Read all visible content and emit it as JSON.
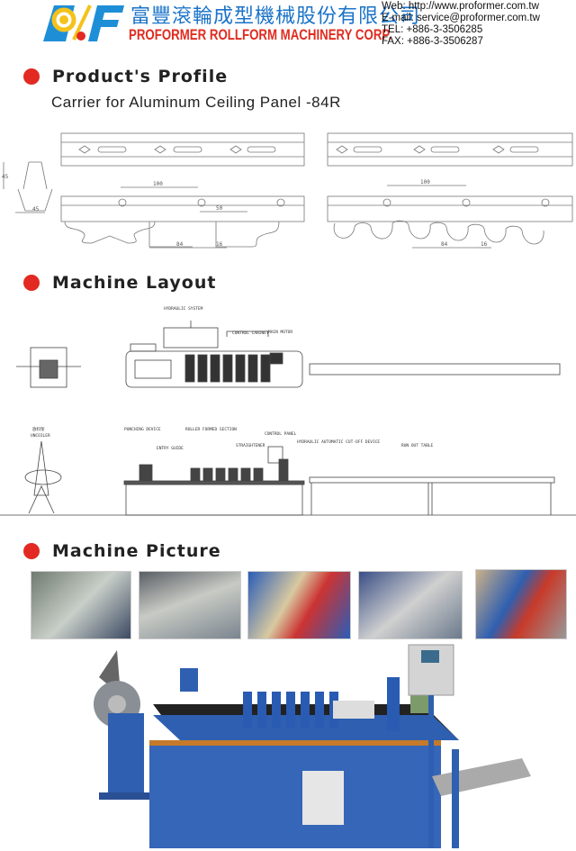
{
  "header": {
    "company_cn": "富豐滾輪成型機械股份有限公司",
    "company_en": "PROFORMER ROLLFORM MACHINERY CORP.",
    "logo_text": "P.F",
    "web": "Web: http://www.proformer.com.tw",
    "email": "E-mail: service@proformer.com.tw",
    "tel": "TEL: +886-3-3506285",
    "fax": "FAX: +886-3-3506287"
  },
  "sections": {
    "profile": {
      "title": "Product's Profile",
      "subtitle": "Carrier for Aluminum Ceiling Panel -84R"
    },
    "layout": {
      "title": "Machine Layout"
    },
    "picture": {
      "title": "Machine Picture"
    }
  },
  "dimensions": {
    "height": "45",
    "width": "45",
    "pitch": "100",
    "gap50": "50",
    "slot": "84",
    "tab": "16"
  },
  "layout_labels": {
    "hydraulic": "HYDRAULIC SYSTEM",
    "cabinet": "CONTROL CABINET",
    "motor": "MAIN MOTOR",
    "uncoiler_cn": "放料架",
    "uncoiler": "UNCOILER",
    "punching": "PUNCHING DEVICE",
    "roller": "ROLLER FORMED SECTION",
    "entry": "ENTRY GUIDE",
    "straightener": "STRAIGHTENER",
    "panel": "CONTROL PANEL",
    "cutoff": "HYDRAULIC AUTOMATIC CUT-OFF DEVICE",
    "runout": "RUN OUT TABLE"
  },
  "colors": {
    "accent_red": "#e22a22",
    "brand_blue": "#1a73c8",
    "machine_blue": "#2f5fb0"
  }
}
